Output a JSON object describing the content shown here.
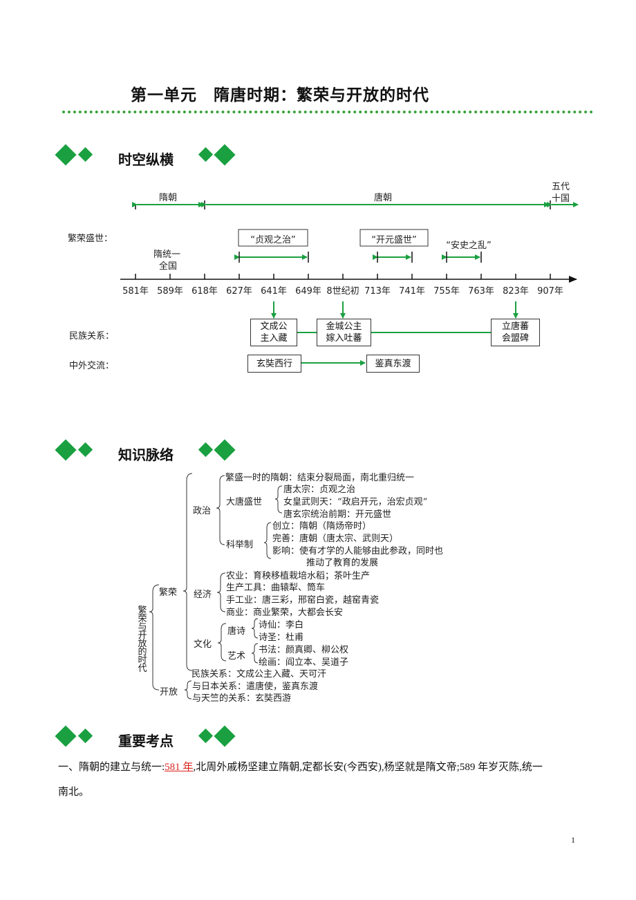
{
  "title": "第一单元　隋唐时期：繁荣与开放的时代",
  "sections": {
    "s1": "时空纵横",
    "s2": "知识脉络",
    "s3": "重要考点"
  },
  "timeline": {
    "periods": [
      "隋朝",
      "唐朝",
      "五代",
      "十国"
    ],
    "rows": [
      "繁荣盛世：",
      "民族关系：",
      "中外交流："
    ],
    "unify": [
      "隋统一",
      "全国"
    ],
    "eras": [
      "“贞观之治”",
      "“开元盛世”",
      "“安史之乱”"
    ],
    "years": [
      "581年",
      "589年",
      "618年",
      "627年",
      "641年",
      "649年",
      "8世纪初",
      "713年",
      "741年",
      "755年",
      "763年",
      "823年",
      "907年"
    ],
    "ethnic": [
      [
        "文成公",
        "主入藏"
      ],
      [
        "金城公主",
        "嫁入吐蕃"
      ],
      [
        "立唐蕃",
        "会盟碑"
      ]
    ],
    "exchange": [
      "玄奘西行",
      "鉴真东渡"
    ]
  },
  "tree": {
    "root": [
      "繁",
      "荣",
      "与",
      "开",
      "放",
      "的",
      "时",
      "代"
    ],
    "fanrong": "繁荣",
    "kaifang": "开放",
    "zhengzhi": "政治",
    "jingji": "经济",
    "wenhua": "文化",
    "minzu": "民族关系：文成公主入藏、天可汗",
    "l_sui": "繁盛一时的隋朝：结束分裂局面，南北重归统一",
    "l_datang": "大唐盛世",
    "l_t1": "唐太宗：贞观之治",
    "l_t2": "女皇武则天：“政启开元，治宏贞观”",
    "l_t3": "唐玄宗统治前期：开元盛世",
    "l_keju": "科举制",
    "l_k1": "创立：隋朝（隋炀帝时）",
    "l_k2": "完善：唐朝（唐太宗、武则天）",
    "l_k3": "影响：使有才学的人能够由此参政，同时也",
    "l_k4": "推动了教育的发展",
    "l_e1": "农业：育秧移植栽培水稻；茶叶生产",
    "l_e2": "生产工具：曲辕犁、筒车",
    "l_e3": "手工业：唐三彩，邢窑白瓷，越窑青瓷",
    "l_e4": "商业：商业繁荣，大都会长安",
    "l_tangshi": "唐诗",
    "l_w1": "诗仙：李白",
    "l_w2": "诗圣：杜甫",
    "l_yishu": "艺术",
    "l_w3": "书法：颜真卿、柳公权",
    "l_w4": "绘画：阎立本、吴道子",
    "l_o1": "与日本关系：遣唐使，鉴真东渡",
    "l_o2": "与天竺的关系：玄奘西游"
  },
  "kaodian": {
    "p1_prefix": "一、隋朝的建立与统一:",
    "p1_year": "581 年",
    "p1_rest": ",北周外戚杨坚建立隋朝,定都长安(今西安),杨坚就是隋文帝;589 年岁灭陈,统一",
    "p1_end": "南北。"
  },
  "page_number": "1",
  "colors": {
    "green": "#1aa040",
    "red": "#d9241c"
  }
}
